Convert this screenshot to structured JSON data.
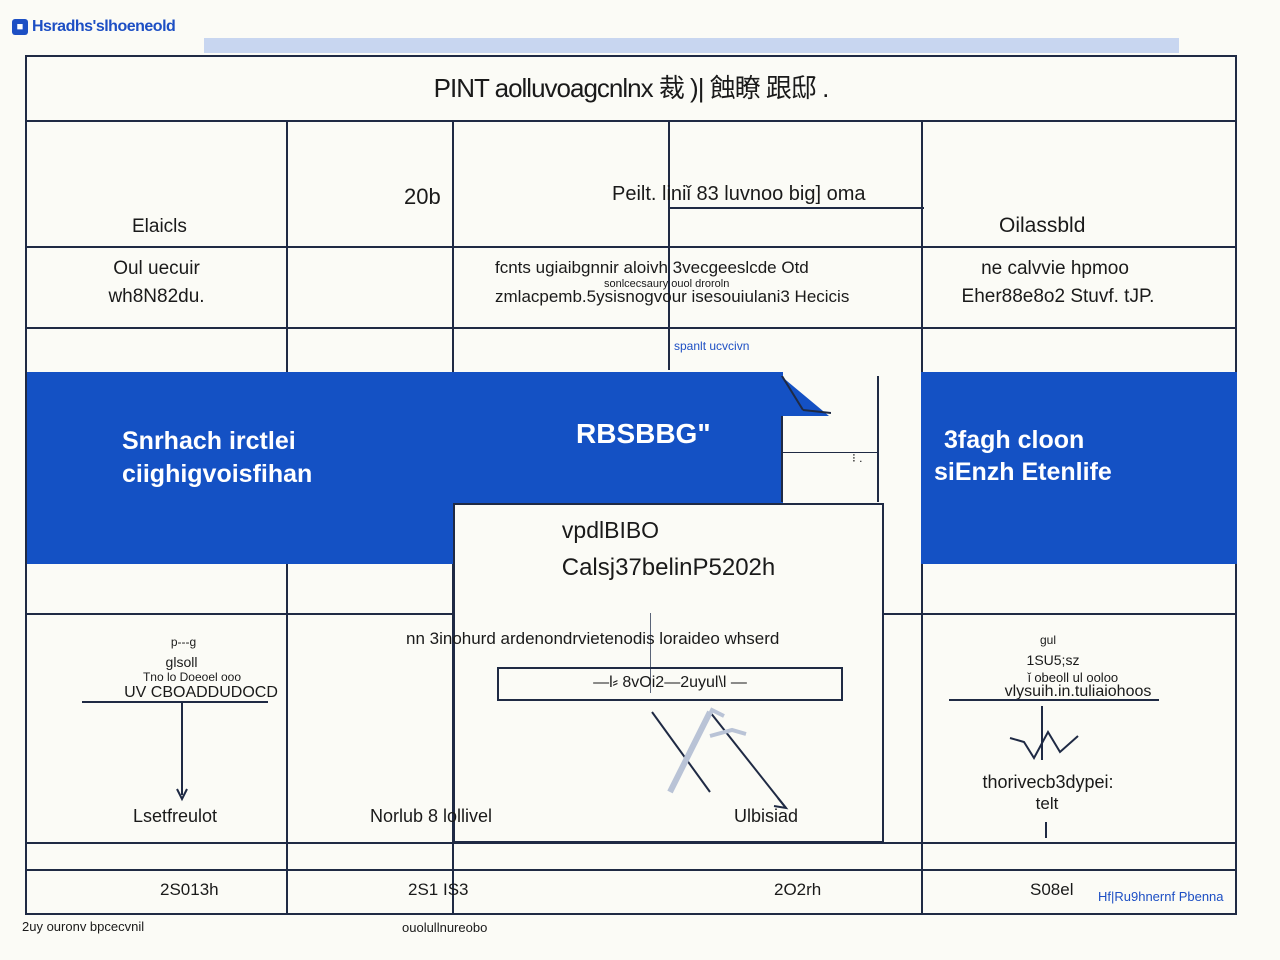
{
  "brand": {
    "icon": "document-icon",
    "text": "Hsradhs'slhoeneold"
  },
  "title": "PINT aolluvoagcnlnx 裁 )| 蝕瞭 跟邸 .",
  "header": {
    "year": "20b",
    "col3": "Peilt. liniǐ 83 luvnoo big] oma",
    "col1": "Elaicls",
    "col4": "Oilassbld"
  },
  "row1": {
    "c1_line1": "Oul uecuir",
    "c1_line2": "wh8N82du.",
    "c3_line1": "fcnts ugiaibgnnir aloivh 3vecgeeslcde  Otd",
    "c3_small": "sonlcecsaury ouol droroln",
    "c3_line2": "zmlacpemb.5ysisnogvour isesouiulani3 Hecicis",
    "c4_line1": "ne calvvie hpmoo",
    "c4_line2": "Eher88e8o2 Stuvf. tJP.",
    "note": "spanlt ucvcivn"
  },
  "band": {
    "left_line1": "Snrhach irctlei",
    "left_line2": "ciighigvoisfihan",
    "center": "RBSBBG\"",
    "right_line1": "3fagh cloon",
    "right_line2": "siEnzh Etenlife",
    "callout_mark": "⁝ ."
  },
  "overlay": {
    "line1": "vpdlBIBO",
    "line2": "Calsj37belinP5202h"
  },
  "row3": {
    "c1_tiny1": "p---g",
    "c1_tiny2": "glsoll",
    "c1_tiny3": "Tno lo Doeoel ooo",
    "c1_main": "UV CBOADDUDOCD",
    "c1_bottom": "Lsetfreulot",
    "c2_top": "nn 3inohurd ardenondrvietenodis loraideo whserd",
    "c2_bottom": "Norlub 8 lollivel",
    "input_value": "—l⸗ 8vOi2—2uyul\\l —",
    "c3_bottom": "Ulbisiad",
    "c4_tiny1": "gul",
    "c4_tiny2": "1SU5;sz",
    "c4_tiny3": "ǐ obeoll ul ooloo",
    "c4_main": "vlysuih.in.tuliaiohoos",
    "c4_line1": "thorivecb3dypei:",
    "c4_line2": "telt"
  },
  "footer": {
    "c1": "2S013h",
    "c2": "2S1 IS3",
    "c3": "2O2rh",
    "c4": "S08el",
    "c4_link": "Hf|Ru9hnernf Pbenna",
    "bottom_left": "2uy ouronv bpcecvnil",
    "bottom_center": "ouolullnureobo"
  },
  "colors": {
    "accent": "#1451c4",
    "rule": "#1f2a44",
    "topbar": "#c8d6f0"
  }
}
